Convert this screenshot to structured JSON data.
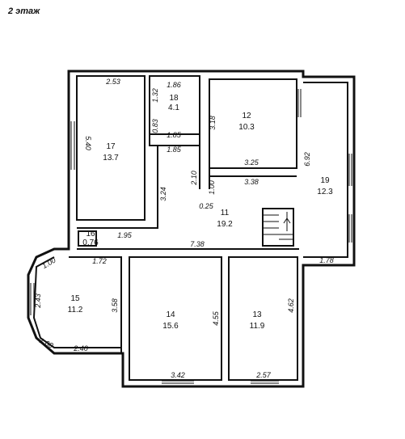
{
  "floor_label": "2 этаж",
  "rooms": [
    {
      "id": "17",
      "number": "17",
      "area": "13.7"
    },
    {
      "id": "18",
      "number": "18",
      "area": "4.1"
    },
    {
      "id": "12",
      "number": "12",
      "area": "10.3"
    },
    {
      "id": "19",
      "number": "19",
      "area": "12.3"
    },
    {
      "id": "11",
      "number": "11",
      "area": "19.2"
    },
    {
      "id": "16",
      "number": "16",
      "area": "0.76"
    },
    {
      "id": "15",
      "number": "15",
      "area": "11.2"
    },
    {
      "id": "14",
      "number": "14",
      "area": "15.6"
    },
    {
      "id": "13",
      "number": "13",
      "area": "11.9"
    }
  ],
  "dimensions": {
    "r17_top": "2.53",
    "r17_side": "5.40",
    "r17_bottom": "1.95",
    "r18_top": "1.86",
    "r18_side": "1.32",
    "r18_small": "0.83",
    "r18_bottom": "1.85",
    "corr_top": "1.85",
    "corr_side": "3.24",
    "corr_v": "2.10",
    "r12_side": "3.18",
    "r12_bottom": "3.25",
    "r12_lower": "3.38",
    "r19_side": "6.92",
    "r19_bottom": "1.78",
    "r11_side": "1.00",
    "r11_small": "0.25",
    "r11_bottom": "7.38",
    "r16_width": "1.72",
    "r15_diag_top": "1.00",
    "r15_left": "2.43",
    "r15_side": "3.58",
    "r15_diag_bottom": "1.00",
    "r15_bottom": "2.40",
    "r14_side": "4.55",
    "r14_bottom": "3.42",
    "r13_side": "4.62",
    "r13_bottom": "2.57"
  }
}
